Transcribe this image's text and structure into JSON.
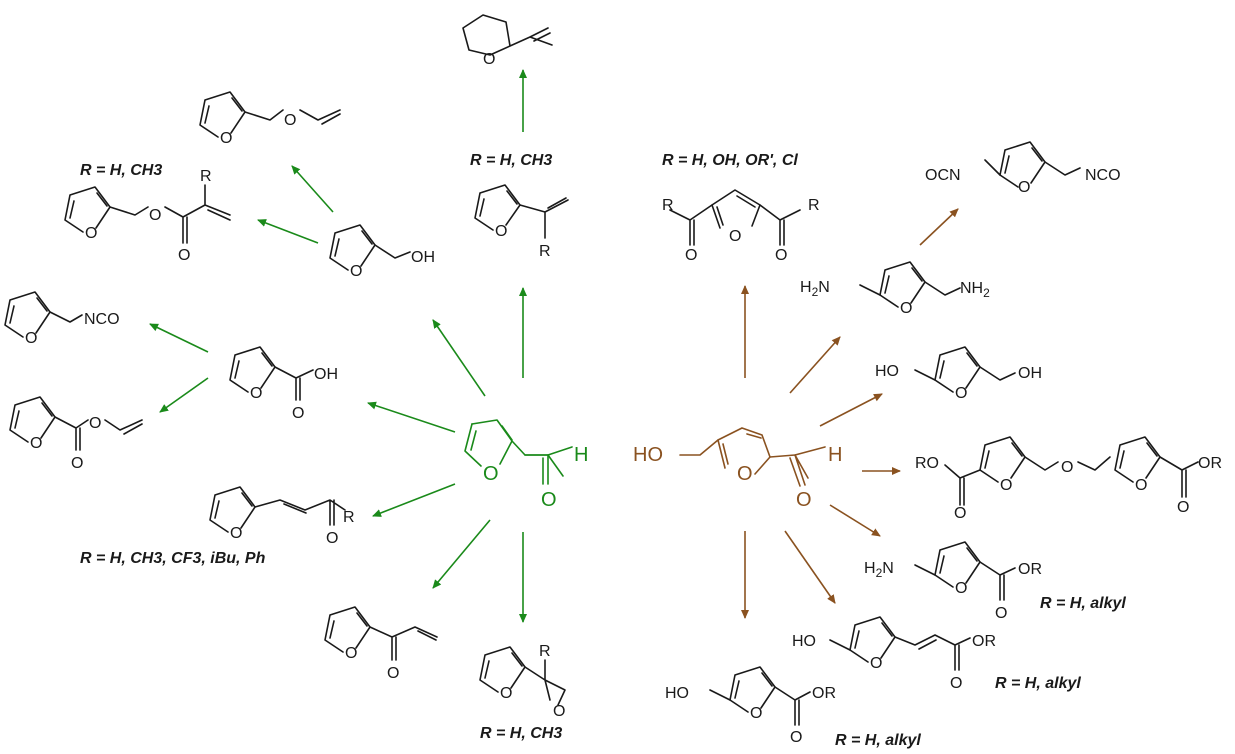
{
  "colors": {
    "furfural": "#1a8a1a",
    "hmf": "#8a5220",
    "product": "#1a1a1a"
  },
  "atoms": {
    "O": "O",
    "H": "H",
    "R": "R",
    "HO": "HO",
    "OH": "OH",
    "RO": "RO",
    "OR": "OR",
    "NCO": "NCO",
    "OCN": "OCN",
    "H2N": "H2N",
    "NH2": "NH2",
    "N": "N",
    "sub2": "2"
  },
  "labels": {
    "vinyl_thf": "R = H, CH3",
    "furfuryl_methacrylate": "R = H, CH3",
    "diacyl": "R = H, OH, OR', Cl",
    "chalcone": "R = H, CH3, CF3, iBu, Ph",
    "epoxide": "R = H, CH3",
    "amino_ester": "R = H, alkyl",
    "acrylate": "R = H, alkyl",
    "hydroxy_ester": "R = H, alkyl"
  }
}
